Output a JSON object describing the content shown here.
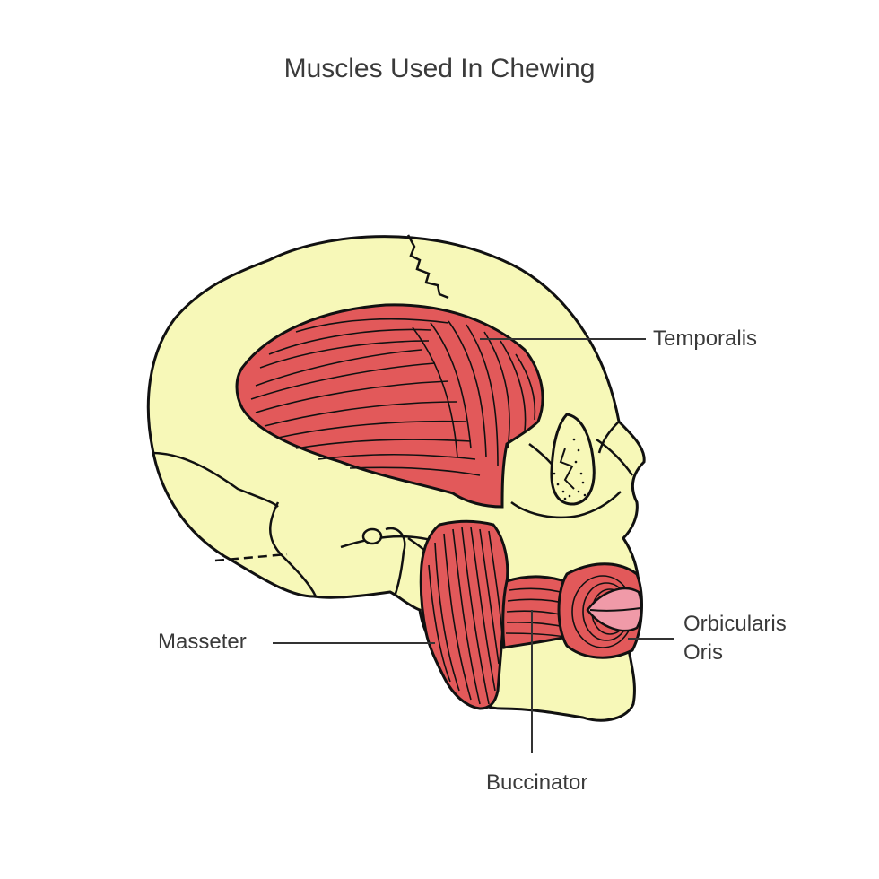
{
  "title": "Muscles Used In Chewing",
  "labels": {
    "temporalis": "Temporalis",
    "masseter": "Masseter",
    "orbicularis_line1": "Orbicularis",
    "orbicularis_line2": "Oris",
    "buccinator": "Buccinator"
  },
  "colors": {
    "bone": "#f7f8b8",
    "muscle": "#e2595a",
    "lips": "#f09aa8",
    "outline": "#111111",
    "text": "#3a3a3a"
  }
}
